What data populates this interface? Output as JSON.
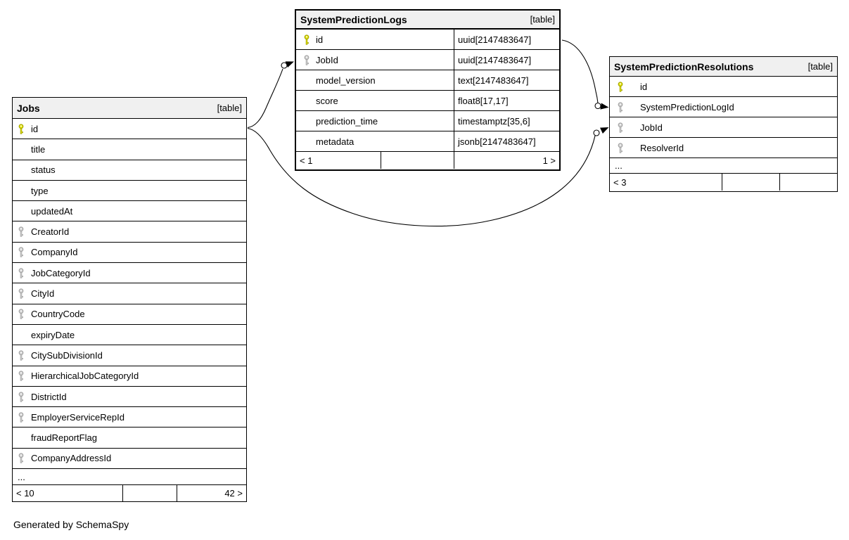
{
  "page": {
    "generated_note": "Generated by SchemaSpy"
  },
  "colors": {
    "primary_key": "#e2e200",
    "foreign_key": "#cecece",
    "header_bg": "#f0f0f0",
    "line": "#000000"
  },
  "tables": {
    "jobs": {
      "title": "Jobs",
      "badge": "[table]",
      "columns": [
        {
          "name": "id",
          "key": "primary"
        },
        {
          "name": "title",
          "key": "none"
        },
        {
          "name": "status",
          "key": "none"
        },
        {
          "name": "type",
          "key": "none"
        },
        {
          "name": "updatedAt",
          "key": "none"
        },
        {
          "name": "CreatorId",
          "key": "foreign"
        },
        {
          "name": "CompanyId",
          "key": "foreign"
        },
        {
          "name": "JobCategoryId",
          "key": "foreign"
        },
        {
          "name": "CityId",
          "key": "foreign"
        },
        {
          "name": "CountryCode",
          "key": "foreign"
        },
        {
          "name": "expiryDate",
          "key": "none"
        },
        {
          "name": "CitySubDivisionId",
          "key": "foreign"
        },
        {
          "name": "HierarchicalJobCategoryId",
          "key": "foreign"
        },
        {
          "name": "DistrictId",
          "key": "foreign"
        },
        {
          "name": "EmployerServiceRepId",
          "key": "foreign"
        },
        {
          "name": "fraudReportFlag",
          "key": "none"
        },
        {
          "name": "CompanyAddressId",
          "key": "foreign"
        }
      ],
      "ellipsis": "...",
      "footer": {
        "left": "< 10",
        "middle": "",
        "right": "42 >"
      }
    },
    "spl": {
      "title": "SystemPredictionLogs",
      "badge": "[table]",
      "columns": [
        {
          "name": "id",
          "type": "uuid[2147483647]",
          "key": "primary"
        },
        {
          "name": "JobId",
          "type": "uuid[2147483647]",
          "key": "foreign"
        },
        {
          "name": "model_version",
          "type": "text[2147483647]",
          "key": "none"
        },
        {
          "name": "score",
          "type": "float8[17,17]",
          "key": "none"
        },
        {
          "name": "prediction_time",
          "type": "timestamptz[35,6]",
          "key": "none"
        },
        {
          "name": "metadata",
          "type": "jsonb[2147483647]",
          "key": "none"
        }
      ],
      "footer": {
        "left": "< 1",
        "middle": "",
        "right": "1 >"
      }
    },
    "spr": {
      "title": "SystemPredictionResolutions",
      "badge": "[table]",
      "columns": [
        {
          "name": "id",
          "key": "primary"
        },
        {
          "name": "SystemPredictionLogId",
          "key": "foreign"
        },
        {
          "name": "JobId",
          "key": "foreign"
        },
        {
          "name": "ResolverId",
          "key": "foreign"
        }
      ],
      "ellipsis": "...",
      "footer": {
        "left": "< 3",
        "middle": "",
        "right": ""
      }
    }
  },
  "relationships": [
    {
      "from": "Jobs.id",
      "to": "SystemPredictionLogs.JobId"
    },
    {
      "from": "SystemPredictionLogs.id",
      "to": "SystemPredictionResolutions.SystemPredictionLogId"
    },
    {
      "from": "Jobs.id",
      "to": "SystemPredictionResolutions.JobId"
    }
  ]
}
